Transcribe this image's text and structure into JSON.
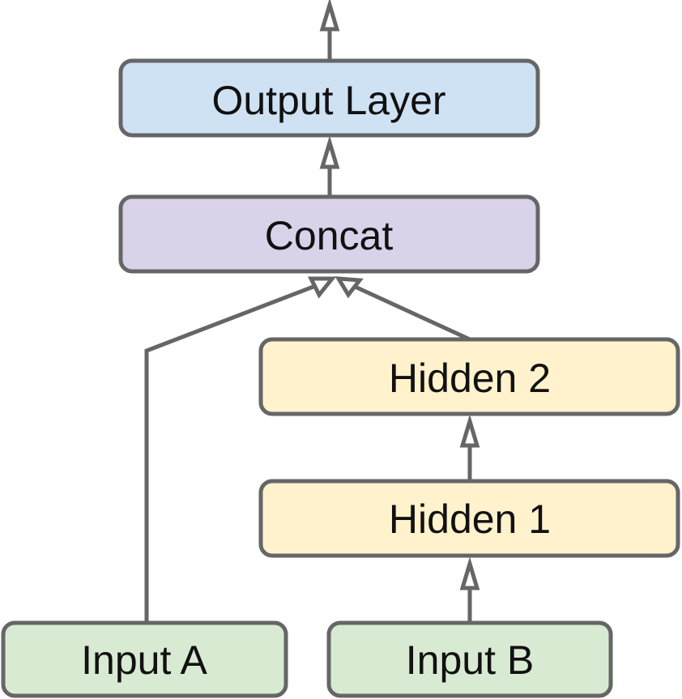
{
  "diagram": {
    "nodes": {
      "output": {
        "label": "Output Layer",
        "fill": "#cfe2f3"
      },
      "concat": {
        "label": "Concat",
        "fill": "#d9d2e9"
      },
      "hidden2": {
        "label": "Hidden 2",
        "fill": "#fff2cc"
      },
      "hidden1": {
        "label": "Hidden 1",
        "fill": "#fff2cc"
      },
      "input_a": {
        "label": "Input A",
        "fill": "#d9ead3"
      },
      "input_b": {
        "label": "Input B",
        "fill": "#d9ead3"
      }
    },
    "edges": [
      {
        "from": "input_a",
        "to": "concat"
      },
      {
        "from": "input_b",
        "to": "hidden1"
      },
      {
        "from": "hidden1",
        "to": "hidden2"
      },
      {
        "from": "hidden2",
        "to": "concat"
      },
      {
        "from": "concat",
        "to": "output"
      },
      {
        "from": "output",
        "to": ""
      }
    ],
    "colors": {
      "stroke": "#666666",
      "text": "#111111"
    }
  }
}
